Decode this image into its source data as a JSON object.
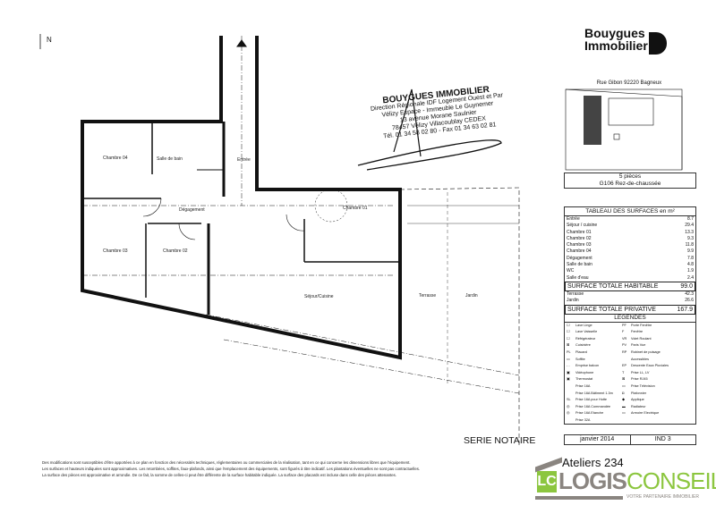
{
  "brand": {
    "name_line1": "Bouygues",
    "name_line2": "Immobilier"
  },
  "stamp": {
    "lines": [
      "BOUYGUES IMMOBILIER",
      "Direction Régionale IDF Logement Ouest et Par",
      "Vélizy Espace - Immeuble Le Guynemer",
      "13 avenue Morane Saulnier",
      "78457 Vélizy Villacoublay CEDEX",
      "Tél. 01 34 58 02 80 - Fax 01 34 63 02 81"
    ]
  },
  "north_label": "N",
  "address": "Rue Gibon 92220 Bagneux",
  "unit": {
    "rooms": "5 pièces",
    "lot": "G106  Rez-de-chaussée"
  },
  "surfaces": {
    "title": "TABLEAU DES SURFACES en m²",
    "rows": [
      {
        "label": "Entrée",
        "value": "8.7"
      },
      {
        "label": "Séjour / cuisine",
        "value": "29.4"
      },
      {
        "label": "Chambre 01",
        "value": "13.3"
      },
      {
        "label": "Chambre 02",
        "value": "9.3"
      },
      {
        "label": "Chambre 03",
        "value": "11.8"
      },
      {
        "label": "Chambre 04",
        "value": "9.9"
      },
      {
        "label": "Dégagement",
        "value": "7.8"
      },
      {
        "label": "Salle de bain",
        "value": "4.8"
      },
      {
        "label": "WC",
        "value": "1.9"
      },
      {
        "label": "Salle d'eau",
        "value": "2.4"
      }
    ],
    "total_habitable": {
      "label": "SURFACE TOTALE HABITABLE",
      "value": "99.0"
    },
    "extras": [
      {
        "label": "Terrasse",
        "value": "42.3"
      },
      {
        "label": "Jardin",
        "value": "26.6"
      }
    ],
    "total_privative": {
      "label": "SURFACE TOTALE PRIVATIVE",
      "value": "167.9"
    }
  },
  "legend": {
    "title": "LEGENDES",
    "items": [
      [
        "☐",
        "Lave Linge",
        "PF",
        "Porte Fenêtre"
      ],
      [
        "☐",
        "Lave Vaisselle",
        "F",
        "Fenêtre"
      ],
      [
        "☐",
        "Réfrigérateur",
        "VR",
        "Volet Roulant"
      ],
      [
        "⊠",
        "Cuisinière",
        "PV",
        "Paris Vue"
      ],
      [
        "PL",
        "Placard",
        "RP",
        "Robinet de puisage"
      ],
      [
        "▭",
        "Soffite",
        "",
        "Accessibles"
      ],
      [
        "- -",
        "Emprise balcon",
        "EP",
        "Descente Eaux Pluviales"
      ],
      [
        "▣",
        "Vidéophone",
        "T",
        "Prise LL, LV"
      ],
      [
        "▣",
        "Thermostat",
        "⊠",
        "Prise RJ45"
      ],
      [
        "",
        "Prise 16A",
        "▭",
        "Prise Télévision"
      ],
      [
        "",
        "Prise 16A Bâtiment 1.3m",
        "◘",
        "Plafonnier"
      ],
      [
        "SL",
        "Prise 16A pour Hotte",
        "◆",
        "Applique"
      ],
      [
        "◎",
        "Prise 16A Commandée",
        "▬",
        "Radiateur"
      ],
      [
        "◎",
        "Prise 16A Etanche",
        "▭",
        "Armoire Electrique"
      ],
      [
        "",
        "Prise 32A",
        "",
        ""
      ]
    ]
  },
  "footer_panel": {
    "date": "janvier 2014",
    "index": "IND 3"
  },
  "series": "SERIE NOTAIRE",
  "rooms": {
    "entree": "Entrée",
    "salle_de_bain": "Salle de bain",
    "chambre04": "Chambre 04",
    "degagement": "Dégagement",
    "chambre03": "Chambre 03",
    "chambre02": "Chambre 02",
    "chambre01": "Chambre 01",
    "sejour": "Séjour/Cuisine",
    "terrasse": "Terrasse",
    "jardin": "Jardin"
  },
  "disclaimer": [
    "Des modifications sont susceptibles d'être apportées à ce plan en fonction des nécessités techniques, réglementaires ou commerciales de la réalisation, tant en ce qui concerne les dimensions libres que l'équipement.",
    "Les surfaces et hauteurs indiquées sont approximatives. Les retombées, soffites, faux-plafonds, ainsi que l'emplacement des équipements, sont figurés à titre indicatif. Les plantations éventuelles ne sont pas contractuelles.",
    "La surface des pièces est approximative et arrondie. De ce fait, la somme de celles-ci peut être différente de la surface habitable indiquée. La surface des placards est incluse dans celle des pièces attenantes."
  ],
  "watermark": {
    "project": "Ateliers 234",
    "logo_left": "LOGIS",
    "logo_right": "CONSEIL",
    "logo_mark": "LC",
    "tagline": "VOTRE PARTENAIRE IMMOBILIER"
  },
  "colors": {
    "logo_green": "#8cc63f",
    "logo_gray": "#8a8580",
    "ink": "#111111"
  }
}
